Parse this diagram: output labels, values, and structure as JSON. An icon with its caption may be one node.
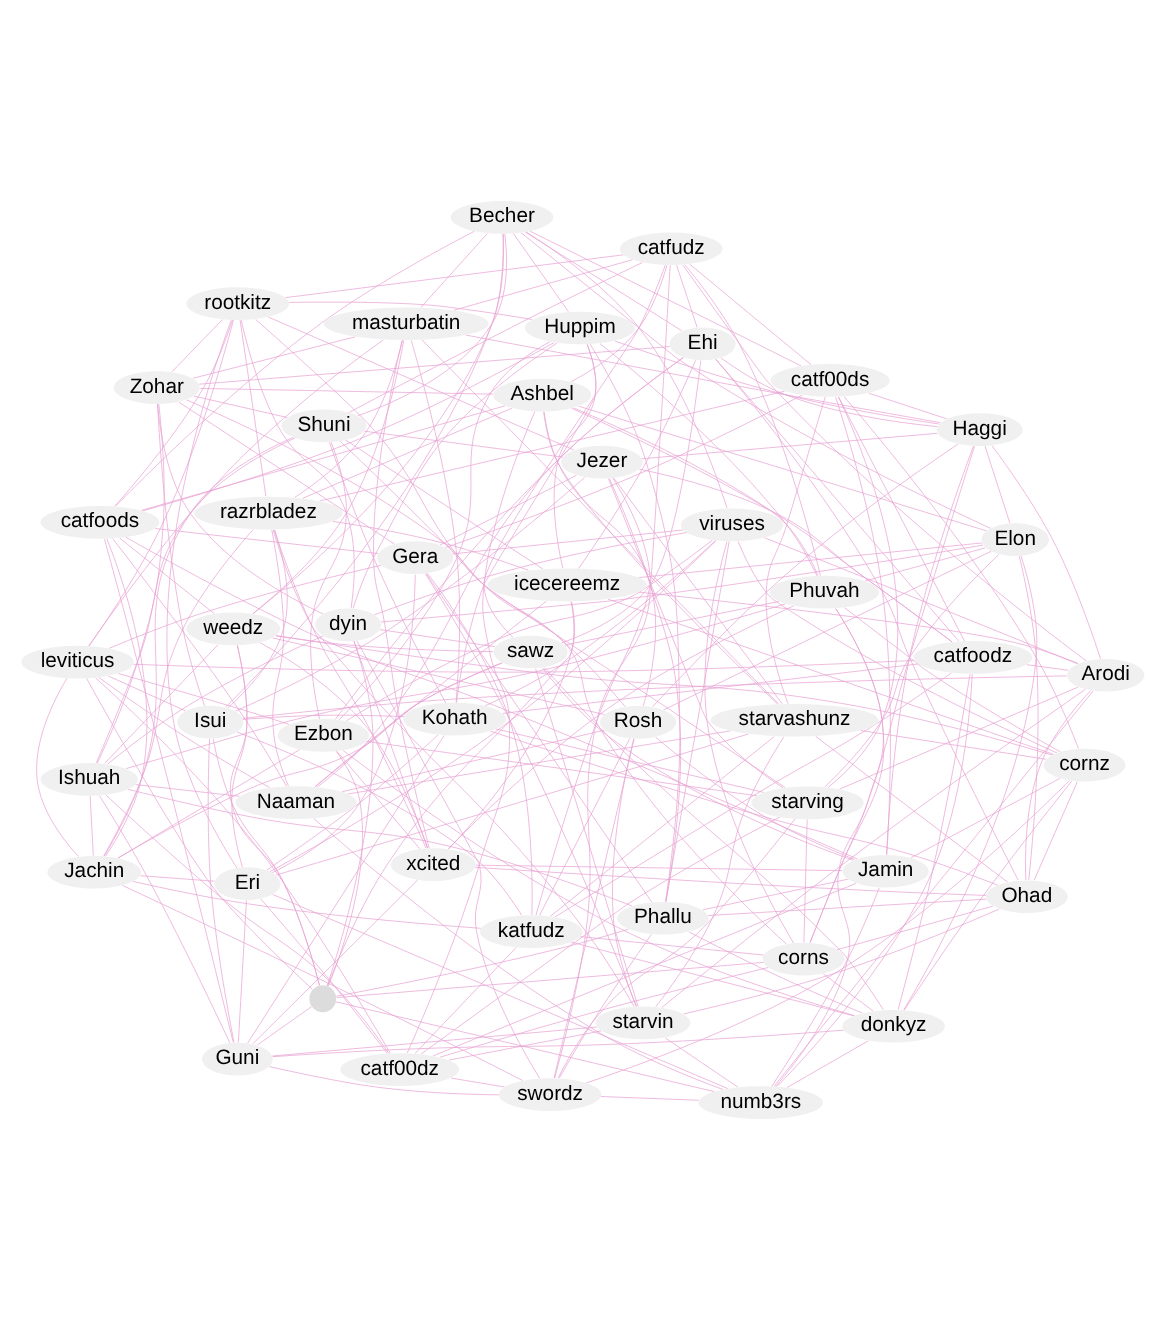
{
  "diagram": {
    "nodes": [
      {
        "text": [
          "Kohath"
        ]
      },
      {
        "text": [
          "Ohad"
        ]
      },
      {
        "text": [
          "xcited"
        ]
      },
      {
        "text": [
          "Guni"
        ]
      },
      {
        "text": [
          "starvin"
        ]
      },
      {
        "text": [
          "razrbladez"
        ]
      },
      {
        "text": [
          "Isui"
        ]
      },
      {
        "text": [
          "Arodi"
        ]
      },
      {
        "text": [
          "icecereemz"
        ]
      },
      {
        "text": [],
        "shape": "circle"
      },
      {
        "text": [
          "numb3rs"
        ]
      },
      {
        "text": [
          "Naaman"
        ]
      },
      {
        "text": [
          "leviticus"
        ]
      },
      {
        "text": [
          "catfoodz"
        ]
      },
      {
        "text": [
          "Ehi"
        ]
      },
      {
        "text": [
          "Ezbon"
        ]
      },
      {
        "text": [
          "donkyz"
        ]
      },
      {
        "text": [
          "sawz"
        ]
      },
      {
        "text": [
          "Jachin"
        ]
      },
      {
        "text": [
          "katfudz"
        ]
      },
      {
        "text": [
          "catfudz"
        ]
      },
      {
        "text": [
          "Shuni"
        ]
      },
      {
        "text": [
          "corns"
        ]
      },
      {
        "text": [
          "Phuvah"
        ]
      },
      {
        "text": [
          "Ishuah"
        ]
      },
      {
        "text": [
          "catf00dz"
        ]
      },
      {
        "text": [
          "Ashbel"
        ]
      },
      {
        "text": [
          "Zohar"
        ]
      },
      {
        "text": [
          "starving"
        ]
      },
      {
        "text": [
          "Elon"
        ]
      },
      {
        "text": [
          "dyin"
        ]
      },
      {
        "text": [
          "swordz"
        ]
      },
      {
        "text": [
          "Rosh"
        ]
      },
      {
        "text": [
          "rootkitz"
        ]
      },
      {
        "text": [
          "Jezer"
        ]
      },
      {
        "text": [
          "Haggi"
        ]
      },
      {
        "text": [
          "Huppim"
        ]
      },
      {
        "text": [
          "Phallu"
        ]
      },
      {
        "text": [
          "Jamin"
        ]
      },
      {
        "text": [
          "catfoods"
        ]
      },
      {
        "text": [
          "Gera"
        ]
      },
      {
        "text": [
          "catf00ds"
        ]
      },
      {
        "text": [
          "Becher"
        ]
      },
      {
        "text": [
          "viruses"
        ]
      },
      {
        "text": [
          "cornz"
        ]
      },
      {
        "text": [
          "weedz"
        ]
      },
      {
        "text": [
          "Eri"
        ]
      },
      {
        "text": [
          "starvashunz"
        ]
      },
      {
        "text": [
          "masturbatin"
        ]
      }
    ],
    "edges": [
      {
        "from": 0,
        "to": 1,
        "arrow": "none"
      },
      {
        "from": 1,
        "to": 2,
        "arrow": "none"
      },
      {
        "from": 2,
        "to": 3,
        "arrow": "none"
      },
      {
        "from": 3,
        "to": 4,
        "arrow": "none"
      },
      {
        "from": 4,
        "to": 5,
        "arrow": "none"
      },
      {
        "from": 5,
        "to": 6,
        "arrow": "none"
      },
      {
        "from": 6,
        "to": 7,
        "arrow": "none"
      },
      {
        "from": 7,
        "to": 8,
        "arrow": "none"
      },
      {
        "from": 8,
        "to": 9,
        "arrow": "none"
      },
      {
        "from": 9,
        "to": 10,
        "arrow": "none"
      },
      {
        "from": 10,
        "to": 11,
        "arrow": "none"
      },
      {
        "from": 11,
        "to": 12,
        "arrow": "none"
      },
      {
        "from": 12,
        "to": 13,
        "arrow": "none"
      },
      {
        "from": 13,
        "to": 14,
        "arrow": "none"
      },
      {
        "from": 14,
        "to": 15,
        "arrow": "none"
      },
      {
        "from": 15,
        "to": 16,
        "arrow": "none"
      },
      {
        "from": 16,
        "to": 17,
        "arrow": "none"
      },
      {
        "from": 17,
        "to": 18,
        "arrow": "none"
      },
      {
        "from": 18,
        "to": 19,
        "arrow": "none"
      },
      {
        "from": 19,
        "to": 20,
        "arrow": "none"
      },
      {
        "from": 20,
        "to": 21,
        "arrow": "none"
      },
      {
        "from": 21,
        "to": 22,
        "arrow": "none"
      },
      {
        "from": 22,
        "to": 23,
        "arrow": "none"
      },
      {
        "from": 23,
        "to": 24,
        "arrow": "none"
      },
      {
        "from": 24,
        "to": 25,
        "arrow": "none"
      },
      {
        "from": 25,
        "to": 26,
        "arrow": "none"
      },
      {
        "from": 26,
        "to": 27,
        "arrow": "none"
      },
      {
        "from": 27,
        "to": 28,
        "arrow": "none"
      },
      {
        "from": 28,
        "to": 29,
        "arrow": "none"
      },
      {
        "from": 29,
        "to": 30,
        "arrow": "none"
      },
      {
        "from": 30,
        "to": 31,
        "arrow": "none"
      },
      {
        "from": 31,
        "to": 32,
        "arrow": "none"
      },
      {
        "from": 32,
        "to": 33,
        "arrow": "none"
      },
      {
        "from": 33,
        "to": 34,
        "arrow": "none"
      },
      {
        "from": 34,
        "to": 35,
        "arrow": "none"
      },
      {
        "from": 35,
        "to": 36,
        "arrow": "none"
      },
      {
        "from": 36,
        "to": 37,
        "arrow": "none"
      },
      {
        "from": 37,
        "to": 38,
        "arrow": "none"
      },
      {
        "from": 38,
        "to": 39,
        "arrow": "none"
      },
      {
        "from": 39,
        "to": 40,
        "arrow": "none"
      },
      {
        "from": 40,
        "to": 41,
        "arrow": "none"
      },
      {
        "from": 41,
        "to": 42,
        "arrow": "none"
      },
      {
        "from": 42,
        "to": 43,
        "arrow": "none"
      },
      {
        "from": 43,
        "to": 44,
        "arrow": "none"
      },
      {
        "from": 44,
        "to": 45,
        "arrow": "none"
      },
      {
        "from": 45,
        "to": 46,
        "arrow": "none"
      },
      {
        "from": 46,
        "to": 47,
        "arrow": "none"
      },
      {
        "from": 47,
        "to": 48,
        "arrow": "none"
      },
      {
        "from": 48,
        "to": 0,
        "arrow": "none"
      },
      {
        "from": 0,
        "to": 3,
        "arrow": "none"
      },
      {
        "from": 1,
        "to": 4,
        "arrow": "none"
      },
      {
        "from": 2,
        "to": 5,
        "arrow": "none"
      },
      {
        "from": 3,
        "to": 6,
        "arrow": "none"
      },
      {
        "from": 4,
        "to": 7,
        "arrow": "none"
      },
      {
        "from": 5,
        "to": 8,
        "arrow": "none"
      },
      {
        "from": 6,
        "to": 9,
        "arrow": "none"
      },
      {
        "from": 7,
        "to": 10,
        "arrow": "none"
      },
      {
        "from": 8,
        "to": 11,
        "arrow": "none"
      },
      {
        "from": 9,
        "to": 12,
        "arrow": "none"
      },
      {
        "from": 10,
        "to": 13,
        "arrow": "none"
      },
      {
        "from": 11,
        "to": 14,
        "arrow": "none"
      },
      {
        "from": 12,
        "to": 15,
        "arrow": "none"
      },
      {
        "from": 13,
        "to": 16,
        "arrow": "none"
      },
      {
        "from": 14,
        "to": 17,
        "arrow": "none"
      },
      {
        "from": 15,
        "to": 18,
        "arrow": "none"
      },
      {
        "from": 16,
        "to": 19,
        "arrow": "none"
      },
      {
        "from": 17,
        "to": 20,
        "arrow": "none"
      },
      {
        "from": 18,
        "to": 21,
        "arrow": "none"
      },
      {
        "from": 19,
        "to": 22,
        "arrow": "none"
      },
      {
        "from": 20,
        "to": 23,
        "arrow": "none"
      },
      {
        "from": 21,
        "to": 24,
        "arrow": "none"
      },
      {
        "from": 22,
        "to": 25,
        "arrow": "none"
      },
      {
        "from": 23,
        "to": 26,
        "arrow": "none"
      },
      {
        "from": 24,
        "to": 27,
        "arrow": "none"
      },
      {
        "from": 25,
        "to": 28,
        "arrow": "none"
      },
      {
        "from": 26,
        "to": 29,
        "arrow": "none"
      },
      {
        "from": 27,
        "to": 30,
        "arrow": "none"
      },
      {
        "from": 28,
        "to": 31,
        "arrow": "none"
      },
      {
        "from": 29,
        "to": 32,
        "arrow": "none"
      },
      {
        "from": 30,
        "to": 33,
        "arrow": "none"
      },
      {
        "from": 31,
        "to": 34,
        "arrow": "none"
      },
      {
        "from": 32,
        "to": 35,
        "arrow": "none"
      },
      {
        "from": 33,
        "to": 36,
        "arrow": "none"
      },
      {
        "from": 34,
        "to": 37,
        "arrow": "none"
      },
      {
        "from": 35,
        "to": 38,
        "arrow": "none"
      },
      {
        "from": 36,
        "to": 39,
        "arrow": "none"
      },
      {
        "from": 37,
        "to": 40,
        "arrow": "none"
      },
      {
        "from": 38,
        "to": 41,
        "arrow": "none"
      },
      {
        "from": 39,
        "to": 42,
        "arrow": "none"
      },
      {
        "from": 40,
        "to": 43,
        "arrow": "none"
      },
      {
        "from": 41,
        "to": 44,
        "arrow": "none"
      },
      {
        "from": 42,
        "to": 45,
        "arrow": "none"
      },
      {
        "from": 43,
        "to": 46,
        "arrow": "none"
      },
      {
        "from": 44,
        "to": 47,
        "arrow": "none"
      },
      {
        "from": 45,
        "to": 48,
        "arrow": "none"
      },
      {
        "from": 46,
        "to": 0,
        "arrow": "none"
      },
      {
        "from": 47,
        "to": 1,
        "arrow": "none"
      },
      {
        "from": 48,
        "to": 2,
        "arrow": "none"
      },
      {
        "from": 0,
        "to": 6,
        "arrow": "none"
      },
      {
        "from": 1,
        "to": 7,
        "arrow": "none"
      },
      {
        "from": 2,
        "to": 8,
        "arrow": "none"
      },
      {
        "from": 3,
        "to": 9,
        "arrow": "none"
      },
      {
        "from": 4,
        "to": 10,
        "arrow": "none"
      },
      {
        "from": 5,
        "to": 11,
        "arrow": "none"
      },
      {
        "from": 6,
        "to": 12,
        "arrow": "none"
      },
      {
        "from": 7,
        "to": 13,
        "arrow": "none"
      },
      {
        "from": 8,
        "to": 14,
        "arrow": "none"
      },
      {
        "from": 9,
        "to": 15,
        "arrow": "none"
      },
      {
        "from": 10,
        "to": 16,
        "arrow": "none"
      },
      {
        "from": 11,
        "to": 17,
        "arrow": "none"
      },
      {
        "from": 12,
        "to": 18,
        "arrow": "none"
      },
      {
        "from": 13,
        "to": 19,
        "arrow": "none"
      },
      {
        "from": 14,
        "to": 20,
        "arrow": "none"
      },
      {
        "from": 15,
        "to": 21,
        "arrow": "none"
      },
      {
        "from": 16,
        "to": 22,
        "arrow": "none"
      },
      {
        "from": 17,
        "to": 23,
        "arrow": "none"
      },
      {
        "from": 18,
        "to": 24,
        "arrow": "none"
      },
      {
        "from": 19,
        "to": 25,
        "arrow": "none"
      },
      {
        "from": 20,
        "to": 26,
        "arrow": "none"
      },
      {
        "from": 21,
        "to": 27,
        "arrow": "none"
      },
      {
        "from": 22,
        "to": 28,
        "arrow": "none"
      },
      {
        "from": 23,
        "to": 29,
        "arrow": "none"
      },
      {
        "from": 24,
        "to": 30,
        "arrow": "none"
      },
      {
        "from": 25,
        "to": 31,
        "arrow": "none"
      },
      {
        "from": 26,
        "to": 32,
        "arrow": "none"
      },
      {
        "from": 27,
        "to": 33,
        "arrow": "none"
      },
      {
        "from": 28,
        "to": 34,
        "arrow": "none"
      },
      {
        "from": 29,
        "to": 35,
        "arrow": "none"
      },
      {
        "from": 30,
        "to": 36,
        "arrow": "none"
      },
      {
        "from": 31,
        "to": 37,
        "arrow": "none"
      },
      {
        "from": 32,
        "to": 38,
        "arrow": "none"
      },
      {
        "from": 33,
        "to": 39,
        "arrow": "none"
      },
      {
        "from": 34,
        "to": 40,
        "arrow": "none"
      },
      {
        "from": 35,
        "to": 41,
        "arrow": "none"
      },
      {
        "from": 36,
        "to": 42,
        "arrow": "none"
      },
      {
        "from": 37,
        "to": 43,
        "arrow": "none"
      },
      {
        "from": 38,
        "to": 44,
        "arrow": "none"
      },
      {
        "from": 39,
        "to": 45,
        "arrow": "none"
      },
      {
        "from": 40,
        "to": 46,
        "arrow": "none"
      },
      {
        "from": 41,
        "to": 47,
        "arrow": "none"
      },
      {
        "from": 42,
        "to": 48,
        "arrow": "none"
      },
      {
        "from": 43,
        "to": 0,
        "arrow": "none"
      },
      {
        "from": 44,
        "to": 1,
        "arrow": "none"
      },
      {
        "from": 45,
        "to": 2,
        "arrow": "none"
      },
      {
        "from": 46,
        "to": 3,
        "arrow": "none"
      },
      {
        "from": 47,
        "to": 4,
        "arrow": "none"
      },
      {
        "from": 48,
        "to": 5,
        "arrow": "none"
      },
      {
        "from": 0,
        "to": 13,
        "arrow": "none"
      },
      {
        "from": 1,
        "to": 14,
        "arrow": "none"
      },
      {
        "from": 2,
        "to": 15,
        "arrow": "none"
      },
      {
        "from": 3,
        "to": 16,
        "arrow": "none"
      },
      {
        "from": 4,
        "to": 17,
        "arrow": "none"
      },
      {
        "from": 5,
        "to": 18,
        "arrow": "none"
      },
      {
        "from": 6,
        "to": 19,
        "arrow": "none"
      },
      {
        "from": 7,
        "to": 20,
        "arrow": "none"
      },
      {
        "from": 8,
        "to": 21,
        "arrow": "none"
      },
      {
        "from": 9,
        "to": 22,
        "arrow": "none"
      },
      {
        "from": 10,
        "to": 23,
        "arrow": "none"
      },
      {
        "from": 11,
        "to": 24,
        "arrow": "none"
      },
      {
        "from": 12,
        "to": 25,
        "arrow": "none"
      },
      {
        "from": 13,
        "to": 26,
        "arrow": "none"
      },
      {
        "from": 14,
        "to": 27,
        "arrow": "none"
      },
      {
        "from": 15,
        "to": 28,
        "arrow": "none"
      },
      {
        "from": 16,
        "to": 29,
        "arrow": "none"
      },
      {
        "from": 17,
        "to": 30,
        "arrow": "none"
      },
      {
        "from": 18,
        "to": 31,
        "arrow": "none"
      },
      {
        "from": 19,
        "to": 32,
        "arrow": "none"
      },
      {
        "from": 20,
        "to": 33,
        "arrow": "none"
      },
      {
        "from": 21,
        "to": 34,
        "arrow": "none"
      },
      {
        "from": 22,
        "to": 35,
        "arrow": "none"
      },
      {
        "from": 23,
        "to": 36,
        "arrow": "none"
      },
      {
        "from": 24,
        "to": 37,
        "arrow": "none"
      },
      {
        "from": 25,
        "to": 38,
        "arrow": "none"
      },
      {
        "from": 26,
        "to": 39,
        "arrow": "none"
      },
      {
        "from": 27,
        "to": 40,
        "arrow": "none"
      },
      {
        "from": 28,
        "to": 41,
        "arrow": "none"
      },
      {
        "from": 29,
        "to": 42,
        "arrow": "none"
      },
      {
        "from": 30,
        "to": 43,
        "arrow": "none"
      },
      {
        "from": 31,
        "to": 44,
        "arrow": "none"
      },
      {
        "from": 32,
        "to": 45,
        "arrow": "none"
      },
      {
        "from": 33,
        "to": 46,
        "arrow": "none"
      },
      {
        "from": 34,
        "to": 47,
        "arrow": "none"
      },
      {
        "from": 35,
        "to": 48,
        "arrow": "none"
      },
      {
        "from": 36,
        "to": 0,
        "arrow": "none"
      },
      {
        "from": 37,
        "to": 1,
        "arrow": "none"
      },
      {
        "from": 38,
        "to": 2,
        "arrow": "none"
      },
      {
        "from": 39,
        "to": 3,
        "arrow": "none"
      },
      {
        "from": 40,
        "to": 4,
        "arrow": "none"
      },
      {
        "from": 41,
        "to": 5,
        "arrow": "none"
      },
      {
        "from": 42,
        "to": 6,
        "arrow": "none"
      },
      {
        "from": 43,
        "to": 7,
        "arrow": "none"
      },
      {
        "from": 44,
        "to": 8,
        "arrow": "none"
      },
      {
        "from": 45,
        "to": 9,
        "arrow": "none"
      },
      {
        "from": 46,
        "to": 10,
        "arrow": "none"
      },
      {
        "from": 47,
        "to": 11,
        "arrow": "none"
      },
      {
        "from": 48,
        "to": 12,
        "arrow": "none"
      },
      {
        "from": 0,
        "to": 21,
        "arrow": "none"
      },
      {
        "from": 1,
        "to": 22,
        "arrow": "none"
      },
      {
        "from": 2,
        "to": 23,
        "arrow": "none"
      },
      {
        "from": 3,
        "to": 24,
        "arrow": "none"
      },
      {
        "from": 4,
        "to": 25,
        "arrow": "none"
      },
      {
        "from": 5,
        "to": 26,
        "arrow": "none"
      },
      {
        "from": 6,
        "to": 27,
        "arrow": "none"
      },
      {
        "from": 7,
        "to": 28,
        "arrow": "none"
      },
      {
        "from": 8,
        "to": 29,
        "arrow": "none"
      },
      {
        "from": 9,
        "to": 30,
        "arrow": "none"
      },
      {
        "from": 10,
        "to": 31,
        "arrow": "none"
      },
      {
        "from": 11,
        "to": 32,
        "arrow": "none"
      },
      {
        "from": 12,
        "to": 33,
        "arrow": "none"
      },
      {
        "from": 13,
        "to": 34,
        "arrow": "none"
      },
      {
        "from": 14,
        "to": 35,
        "arrow": "none"
      },
      {
        "from": 15,
        "to": 36,
        "arrow": "none"
      },
      {
        "from": 16,
        "to": 37,
        "arrow": "none"
      },
      {
        "from": 17,
        "to": 38,
        "arrow": "none"
      },
      {
        "from": 18,
        "to": 39,
        "arrow": "none"
      },
      {
        "from": 19,
        "to": 40,
        "arrow": "none"
      },
      {
        "from": 20,
        "to": 41,
        "arrow": "none"
      },
      {
        "from": 21,
        "to": 42,
        "arrow": "none"
      },
      {
        "from": 22,
        "to": 43,
        "arrow": "none"
      },
      {
        "from": 23,
        "to": 44,
        "arrow": "none"
      },
      {
        "from": 24,
        "to": 45,
        "arrow": "none"
      },
      {
        "from": 25,
        "to": 46,
        "arrow": "none"
      },
      {
        "from": 26,
        "to": 47,
        "arrow": "none"
      },
      {
        "from": 27,
        "to": 48,
        "arrow": "none"
      },
      {
        "from": 28,
        "to": 0,
        "arrow": "none"
      },
      {
        "from": 29,
        "to": 1,
        "arrow": "none"
      },
      {
        "from": 30,
        "to": 2,
        "arrow": "none"
      },
      {
        "from": 31,
        "to": 3,
        "arrow": "none"
      },
      {
        "from": 32,
        "to": 4,
        "arrow": "none"
      },
      {
        "from": 33,
        "to": 5,
        "arrow": "none"
      },
      {
        "from": 34,
        "to": 6,
        "arrow": "none"
      },
      {
        "from": 35,
        "to": 7,
        "arrow": "none"
      },
      {
        "from": 36,
        "to": 8,
        "arrow": "none"
      },
      {
        "from": 37,
        "to": 9,
        "arrow": "none"
      },
      {
        "from": 38,
        "to": 10,
        "arrow": "none"
      },
      {
        "from": 39,
        "to": 11,
        "arrow": "none"
      },
      {
        "from": 40,
        "to": 12,
        "arrow": "none"
      },
      {
        "from": 41,
        "to": 13,
        "arrow": "none"
      },
      {
        "from": 42,
        "to": 14,
        "arrow": "none"
      },
      {
        "from": 43,
        "to": 15,
        "arrow": "none"
      },
      {
        "from": 44,
        "to": 16,
        "arrow": "none"
      },
      {
        "from": 45,
        "to": 17,
        "arrow": "none"
      },
      {
        "from": 46,
        "to": 18,
        "arrow": "none"
      },
      {
        "from": 47,
        "to": 19,
        "arrow": "none"
      },
      {
        "from": 48,
        "to": 20,
        "arrow": "none"
      }
    ]
  }
}
